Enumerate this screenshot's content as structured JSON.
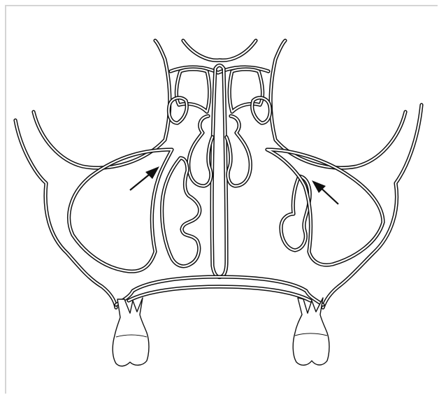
{
  "figure": {
    "subject": "coronal-section-nasal-cavity-and-maxillary-sinuses",
    "line_color": "#111111",
    "background_color": "#ffffff",
    "frame_color": "#d4d4d4",
    "arrows": [
      {
        "side": "left",
        "points_to": "maxillary-sinus-ostium"
      },
      {
        "side": "right",
        "points_to": "maxillary-sinus-ostium"
      }
    ],
    "teeth": [
      {
        "side": "left"
      },
      {
        "side": "right"
      }
    ]
  }
}
